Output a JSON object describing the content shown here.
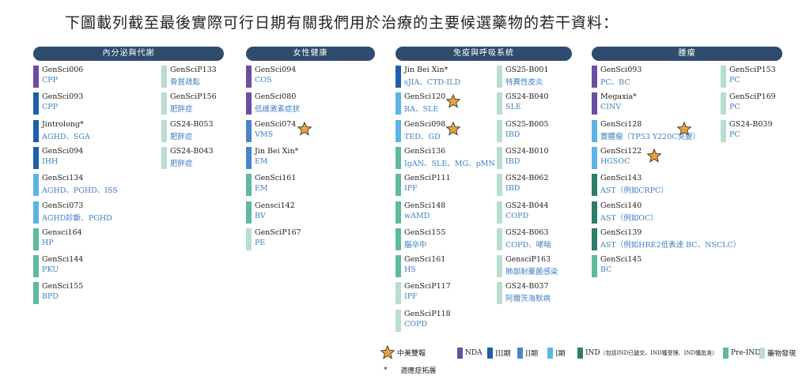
{
  "title": "下圖載列截至最後實際可行日期有關我們用於治療的主要候選藥物的若干資料：",
  "colors": {
    "nda": "#6a4ea0",
    "phase3": "#1f5fa8",
    "phase2": "#4b84c7",
    "phase1": "#5cb3e6",
    "ind": "#2e7d6a",
    "pre_ind": "#5fb9a0",
    "discovery": "#b9ddd0",
    "header": "#2f4b6e",
    "star": "#e9a23b"
  },
  "headers": {
    "endocrine": "內分泌與代謝",
    "women": "女性健康",
    "immuno": "免疫與呼吸系統",
    "oncology": "腫瘤"
  },
  "endocrine": [
    {
      "name": "GenSci006",
      "ind": "CPP",
      "stage": "nda"
    },
    {
      "name": "GenSci093",
      "ind": "CPP",
      "stage": "phase3"
    },
    {
      "name": "Jintrolong*",
      "ind": "AGHD、SGA",
      "stage": "phase3"
    },
    {
      "name": "GenSci094",
      "ind": "IHH",
      "stage": "phase3"
    },
    {
      "name": "GenSci134",
      "ind": "AGHD、PGHD、ISS",
      "stage": "phase1"
    },
    {
      "name": "GenSci073",
      "ind": "AGHD診斷、PGHD",
      "stage": "phase1"
    },
    {
      "name": "Gensci164",
      "ind": "HP",
      "stage": "pre_ind"
    },
    {
      "name": "GenSci144",
      "ind": "PKU",
      "stage": "pre_ind"
    },
    {
      "name": "GenSci155",
      "ind": "BPD",
      "stage": "pre_ind"
    },
    {
      "name": "GenSciP133",
      "ind": "骨質疏鬆",
      "stage": "discovery"
    },
    {
      "name": "GenSciP156",
      "ind": "肥胖症",
      "stage": "discovery"
    },
    {
      "name": "GS24-B053",
      "ind": "肥胖症",
      "stage": "discovery"
    },
    {
      "name": "GS24-B043",
      "ind": "肥胖症",
      "stage": "discovery"
    }
  ],
  "women": [
    {
      "name": "GenSci094",
      "ind": "COS",
      "stage": "nda"
    },
    {
      "name": "GenSci080",
      "ind": "低雌激素症狀",
      "stage": "nda"
    },
    {
      "name": "GenSci074",
      "ind": "VMS",
      "stage": "phase2",
      "star": true
    },
    {
      "name": "Jin Bei Xin*",
      "ind": "EM",
      "stage": "phase2"
    },
    {
      "name": "GenSci161",
      "ind": "EM",
      "stage": "pre_ind"
    },
    {
      "name": "Gensci142",
      "ind": "BV",
      "stage": "pre_ind"
    },
    {
      "name": "GenSciP167",
      "ind": "PE",
      "stage": "discovery"
    }
  ],
  "immuno": [
    {
      "name": "Jin Bei Xin*",
      "ind": "sJIA、CTD-ILD",
      "stage": "phase3"
    },
    {
      "name": "GenSci120",
      "ind": "RA、SLE",
      "stage": "phase1",
      "star": true
    },
    {
      "name": "GenSci098",
      "ind": "TED、GD",
      "stage": "phase1",
      "star": true
    },
    {
      "name": "GenSci136",
      "ind": "IgAN、SLE、MG、pMN",
      "stage": "pre_ind"
    },
    {
      "name": "GenSciP111",
      "ind": "IPF",
      "stage": "pre_ind"
    },
    {
      "name": "GenSci148",
      "ind": "wAMD",
      "stage": "pre_ind"
    },
    {
      "name": "GenSci155",
      "ind": "腦卒中",
      "stage": "pre_ind"
    },
    {
      "name": "GenSci161",
      "ind": "HS",
      "stage": "pre_ind"
    },
    {
      "name": "GenSciP117",
      "ind": "IPF",
      "stage": "discovery"
    },
    {
      "name": "GenSciP118",
      "ind": "COPD",
      "stage": "discovery"
    },
    {
      "name": "GS25-B001",
      "ind": "特異性皮炎",
      "stage": "discovery"
    },
    {
      "name": "GS24-B040",
      "ind": "SLE",
      "stage": "discovery"
    },
    {
      "name": "GS25-B005",
      "ind": "IBD",
      "stage": "discovery"
    },
    {
      "name": "GS24-B010",
      "ind": "IBD",
      "stage": "discovery"
    },
    {
      "name": "GS24-B062",
      "ind": "IBD",
      "stage": "discovery"
    },
    {
      "name": "GS24-B044",
      "ind": "COPD",
      "stage": "discovery"
    },
    {
      "name": "GS24-B063",
      "ind": "COPD、哮喘",
      "stage": "discovery"
    },
    {
      "name": "GensciP163",
      "ind": "肺部耐藥菌感染",
      "stage": "discovery"
    },
    {
      "name": "GS24-B037",
      "ind": "阿爾茨海默病",
      "stage": "discovery"
    }
  ],
  "oncology": [
    {
      "name": "GenSci093",
      "ind": "PC、BC",
      "stage": "nda"
    },
    {
      "name": "Megaxia*",
      "ind": "CINV",
      "stage": "nda"
    },
    {
      "name": "GenSci128",
      "ind": "實體瘤（TP53 Y220C突變）",
      "stage": "phase1",
      "star": true
    },
    {
      "name": "GenSci122",
      "ind": "HGSOC",
      "stage": "phase1",
      "star": true
    },
    {
      "name": "GenSci143",
      "ind": "AST（例如CRPC）",
      "stage": "ind"
    },
    {
      "name": "GenSci140",
      "ind": "AST（例如OC）",
      "stage": "ind"
    },
    {
      "name": "GenSci139",
      "ind": "AST（例如HRE2低表達 BC、NSCLC）",
      "stage": "ind"
    },
    {
      "name": "GenSci145",
      "ind": "BC",
      "stage": "pre_ind"
    },
    {
      "name": "GenSciP153",
      "ind": "PC",
      "stage": "discovery"
    },
    {
      "name": "GenSciP169",
      "ind": "PC",
      "stage": "discovery"
    },
    {
      "name": "GS24-B039",
      "ind": "PC",
      "stage": "discovery"
    }
  ],
  "legend": {
    "star_label": "中美雙報",
    "expand_label": "適應症拓展",
    "asterisk": "*",
    "nda": "NDA",
    "phase3": "III期",
    "phase2": "II期",
    "phase1": "I期",
    "ind": "IND",
    "ind_note": "（包括IND已遞交、IND獲受理、IND獲批准）",
    "pre_ind": "Pre-IND",
    "discovery": "藥物發現"
  }
}
